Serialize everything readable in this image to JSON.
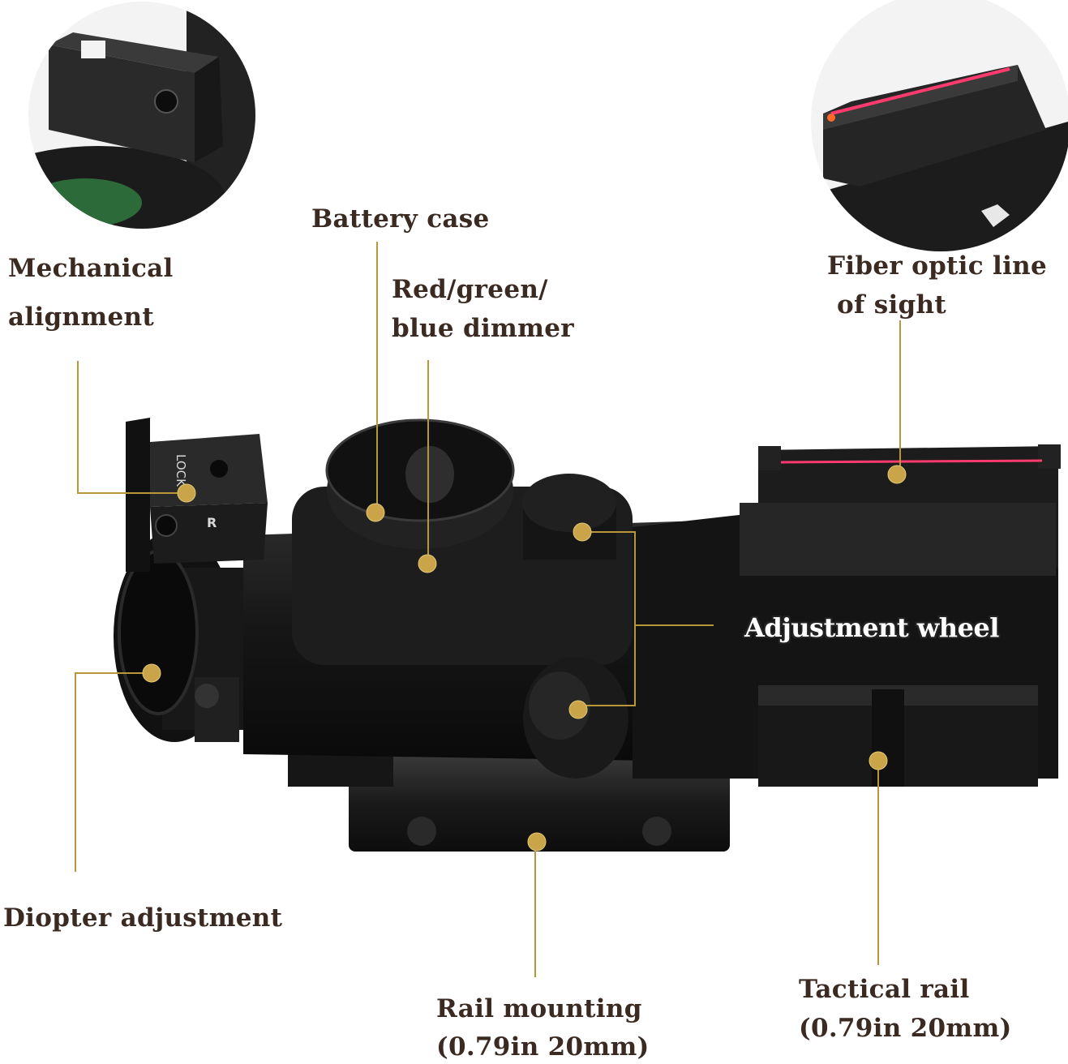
{
  "labels": {
    "mechanical_line1": "Mechanical",
    "mechanical_line2": "alignment",
    "battery": "Battery case",
    "dimmer_line1": "Red/green/",
    "dimmer_line2": "blue dimmer",
    "fiber_line1": "Fiber optic line",
    "fiber_line2": "of sight",
    "adjustment": "Adjustment wheel",
    "diopter": "Diopter adjustment",
    "rail_line1": "Rail mounting",
    "rail_line2": "(0.79in 20mm)",
    "tactical_line1": "Tactical rail",
    "tactical_line2": "(0.79in 20mm)"
  },
  "engravings": {
    "lock": "LOCK",
    "r_mark": "R"
  },
  "colors": {
    "label_text": "#3a2a22",
    "leader_line": "#b8963a",
    "marker_dot": "#c9a449",
    "scope_body": "#1a1a1a",
    "fiber_optic": "#ff3a6e"
  }
}
